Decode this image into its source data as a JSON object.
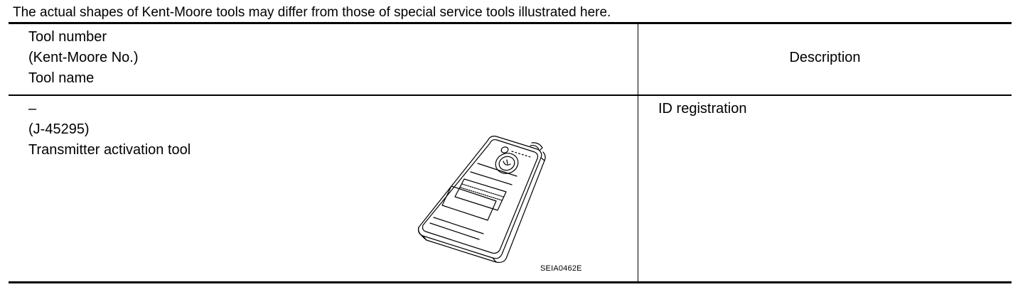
{
  "note": "The actual shapes of Kent-Moore tools may differ from those of special service tools illustrated here.",
  "table": {
    "header": {
      "left_lines": [
        "Tool number",
        "(Kent-Moore No.)",
        "Tool name"
      ],
      "right": "Description"
    },
    "rows": [
      {
        "tool_number": "–",
        "kent_moore_no": "(J-45295)",
        "tool_name": "Transmitter activation tool",
        "description": "ID registration",
        "figure_code": "SEIA0462E",
        "figure_icon": "transmitter-activation-tool-icon"
      }
    ]
  }
}
